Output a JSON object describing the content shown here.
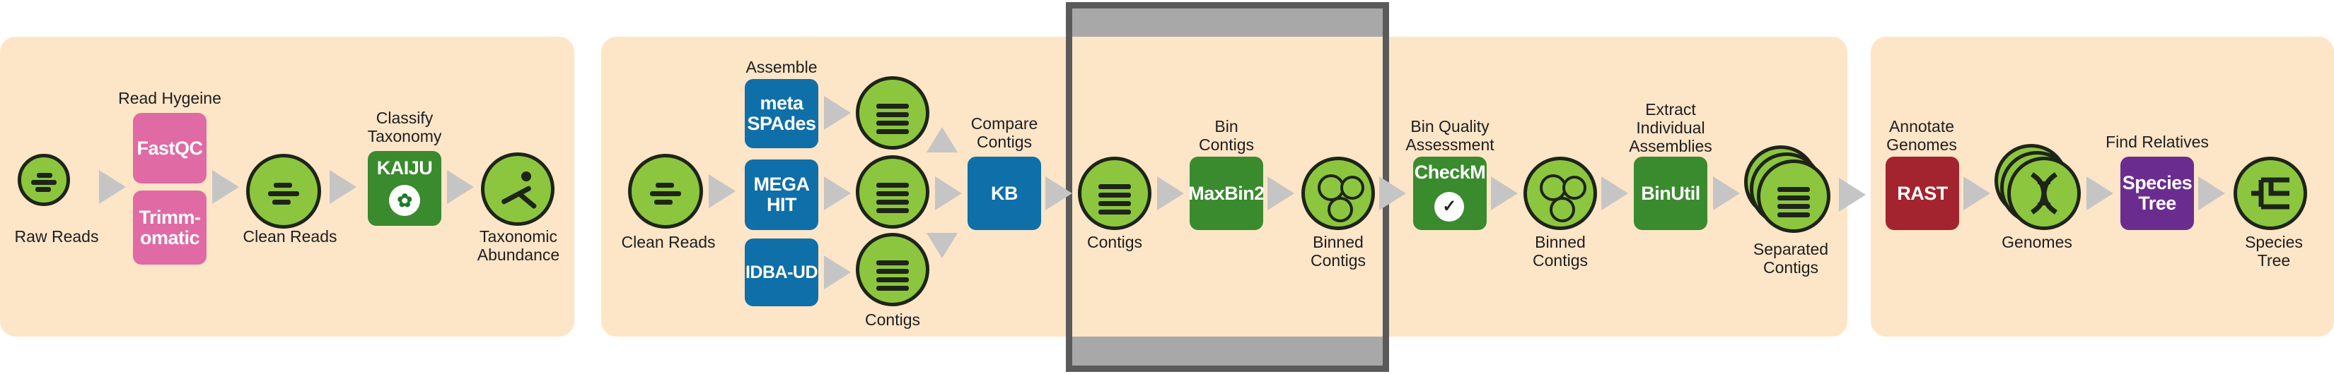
{
  "colors": {
    "panel": "#fde5c8",
    "node_green": "#8cc63f",
    "qc_pink": "#e06aa3",
    "assembly_blue": "#0f6fa8",
    "bin_green": "#3a8a2e",
    "annotate_red": "#a3242e",
    "tree_purple": "#6a2d8f",
    "arrow_gray": "#c5c5c5",
    "highlight_frame": "#5a5a5a"
  },
  "section1": {
    "raw_reads": "Raw Reads",
    "read_hygeine": "Read Hygeine",
    "fastqc": "FastQC",
    "trimmomatic": "Trimm-\nomatic",
    "clean_reads": "Clean Reads",
    "classify_taxonomy": "Classify\nTaxonomy",
    "kaiju": "KAIJU",
    "taxonomic_abundance": "Taxonomic\nAbundance"
  },
  "section2": {
    "clean_reads": "Clean Reads",
    "assemble": "Assemble",
    "metaspades": "meta\nSPAdes",
    "megahit": "MEGA\nHIT",
    "idba_ud": "IDBA-UD",
    "contigs_low": "Contigs",
    "compare_contigs": "Compare\nContigs",
    "kb": "KB",
    "contigs": "Contigs",
    "bin_contigs": "Bin\nContigs",
    "maxbin2": "MaxBin2",
    "binned_contigs": "Binned\nContigs",
    "bin_quality": "Bin Quality\nAssessment",
    "checkm": "CheckM",
    "binned_contigs_2": "Binned\nContigs",
    "extract": "Extract\nIndividual\nAssemblies",
    "binutil": "BinUtil",
    "separated_contigs": "Separated\nContigs"
  },
  "section3": {
    "annotate_genomes": "Annotate\nGenomes",
    "rast": "RAST",
    "genomes": "Genomes",
    "find_relatives": "Find Relatives",
    "species_tree_box": "Species\nTree",
    "species_tree": "Species Tree"
  },
  "icons": {
    "reads": "reads-icon",
    "contigs": "contigs-icon",
    "bins": "bins-icon",
    "taxonomy": "taxonomy-icon",
    "genome": "dna-icon",
    "tree": "tree-icon"
  }
}
